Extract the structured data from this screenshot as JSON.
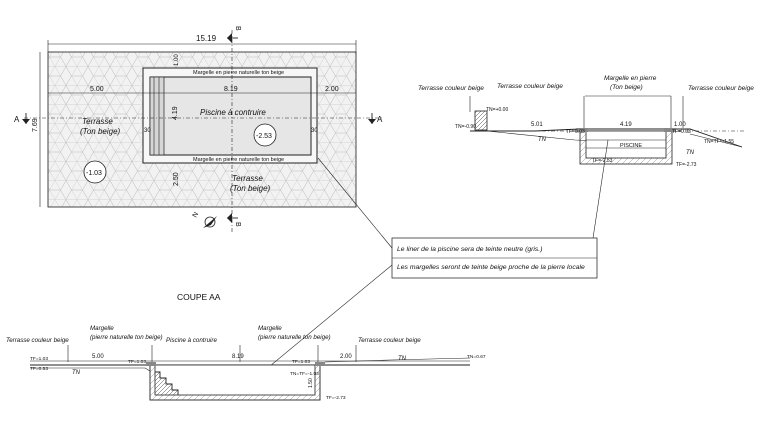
{
  "plan": {
    "dim_total_length": "15.19",
    "dim_width": "7.69",
    "dim_left": "5.00",
    "dim_pool_length": "8.19",
    "dim_right": "2.00",
    "dim_top": "1.00",
    "dim_pool_width": "4.19",
    "dim_bottom": "2.50",
    "dim_left_coping": "30",
    "dim_right_coping": "30",
    "section_a_left": "A",
    "section_a_right": "A",
    "section_b_top": "B",
    "section_b_bottom": "B",
    "terrace_left_1": "Terrasse",
    "terrace_left_2": "(Ton beige)",
    "terrace_bottom_1": "Terrasse",
    "terrace_bottom_2": "(Ton beige)",
    "pool_label": "Piscine à contruire",
    "coping_top": "Margelle en pierre naturelle ton beige",
    "coping_bottom": "Margelle en pierre naturelle ton beige",
    "level_pool": "-2.53",
    "level_terrace": "-1.03",
    "north_label": "N"
  },
  "section_bb": {
    "terrace_left": "Terrasse couleur beige",
    "terrace_mid": "Terrasse couleur beige",
    "coping_1": "Margelle en pierre",
    "coping_2": "(Ton beige)",
    "terrace_right": "Terrasse couleur beige",
    "tn_top": "TN=+0.00",
    "tn_left": "TN=-0.90",
    "dim_a": "5.01",
    "tf_a": "TF=0.03",
    "dim_b": "4.19",
    "tf_b": "TF=0.03",
    "dim_c": "1.00",
    "tn_right": "TN=TF=-1.55",
    "tn_label_1": "TN",
    "tn_label_2": "TN",
    "piscine": "PISCINE",
    "tf_bottom_1": "TF=-2.53",
    "tf_bottom_2": "TF=-2.73"
  },
  "note": {
    "line1": "Le liner de la piscine sera de teinte neutre (gris.)",
    "line2": "Les margelles seront de teinte beige proche de la pierre locale"
  },
  "section_aa": {
    "title": "COUPE AA",
    "terrace_left": "Terrasse couleur beige",
    "coping_left_1": "Margelle",
    "coping_left_2": "(pierre naturelle ton beige)",
    "pool": "Piscine à contruire",
    "coping_right_1": "Margelle",
    "coping_right_2": "(pierre naturelle ton beige)",
    "terrace_right": "Terrasse couleur beige",
    "tn_left_1": "TF=1.03",
    "tn_left_2": "TF=0.53",
    "dim_left": "5.00",
    "tf_left": "TF=1.03",
    "dim_pool": "8.19",
    "tf_right": "TF=1.03",
    "tf_right_2": "TN=TF=-1.03",
    "dim_right": "2.00",
    "tn_right": "TN=0.67",
    "tn_label_1": "TN",
    "tn_label_2": "TN",
    "depth": "1.50",
    "tf_bottom": "TF=-2.73"
  }
}
